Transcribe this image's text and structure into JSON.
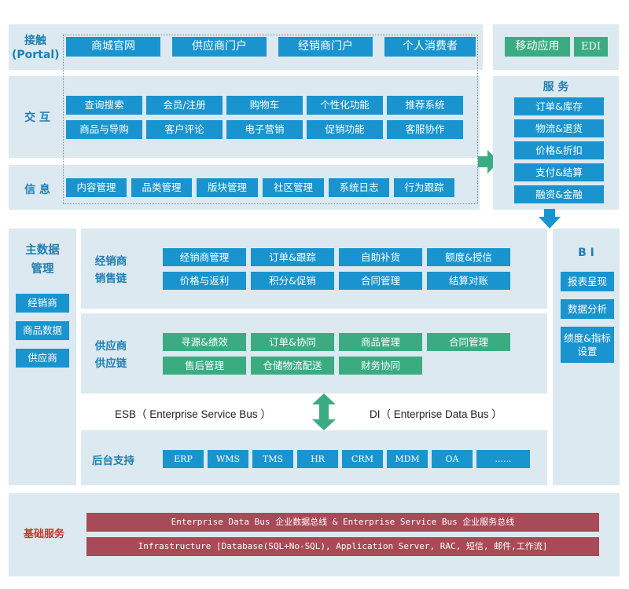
{
  "portal": {
    "label_line1": "接触",
    "label_line2": "(Portal)",
    "items": [
      "商城官网",
      "供应商门户",
      "经销商门户",
      "个人消费者"
    ],
    "right_items": [
      "移动应用",
      "EDI"
    ]
  },
  "interaction": {
    "label": "交 互",
    "row1": [
      "查询搜索",
      "会员/注册",
      "购物车",
      "个性化功能",
      "推荐系统"
    ],
    "row2": [
      "商品与导购",
      "客户评论",
      "电子营销",
      "促销功能",
      "客服协作"
    ]
  },
  "information": {
    "label": "信 息",
    "items": [
      "内容管理",
      "品类管理",
      "版块管理",
      "社区管理",
      "系统日志",
      "行为跟踪"
    ]
  },
  "services": {
    "label": "服 务",
    "items": [
      "订单&库存",
      "物流&退货",
      "价格&折扣",
      "支付&结算",
      "融资&金融"
    ]
  },
  "master_data": {
    "label_line1": "主数据",
    "label_line2": "管理",
    "items": [
      "经销商",
      "商品数据",
      "供应商"
    ]
  },
  "dealer_chain": {
    "label_line1": "经销商",
    "label_line2": "销售链",
    "row1": [
      "经销商管理",
      "订单&跟踪",
      "自助补货",
      "额度&授信"
    ],
    "row2": [
      "价格与返利",
      "积分&促销",
      "合同管理",
      "结算对账"
    ]
  },
  "supplier_chain": {
    "label_line1": "供应商",
    "label_line2": "供应链",
    "row1": [
      "寻源&绩效",
      "订单&协同",
      "商品管理",
      "合同管理"
    ],
    "row2": [
      "售后管理",
      "仓储物流配送",
      "财务协同"
    ]
  },
  "bus": {
    "esb": "ESB（ Enterprise Service Bus ）",
    "di": "DI（ Enterprise Data Bus ）"
  },
  "backend": {
    "label": "后台支持",
    "items": [
      "ERP",
      "WMS",
      "TMS",
      "HR",
      "CRM",
      "MDM",
      "OA",
      "......"
    ]
  },
  "bi": {
    "label": "B I",
    "items": [
      "报表呈现",
      "数据分析"
    ],
    "item3_line1": "绩度&指标",
    "item3_line2": "设置"
  },
  "foundation": {
    "label": "基础服务",
    "bar1": "Enterprise Data Bus 企业数据总线 & Enterprise Service Bus 企业服务总线",
    "bar2": "Infrastructure [Database(SQL+No-SQL), Application Server, RAC, 短信, 邮件,工作流]"
  },
  "colors": {
    "panel": "#dce9f0",
    "button_blue": "#1a94cf",
    "button_green": "#3bac82",
    "bar_red": "#a84a57",
    "label_blue": "#1f7fb2",
    "label_red": "#c0392b",
    "arrow_green": "#3bac82",
    "arrow_blue": "#1a94cf"
  }
}
